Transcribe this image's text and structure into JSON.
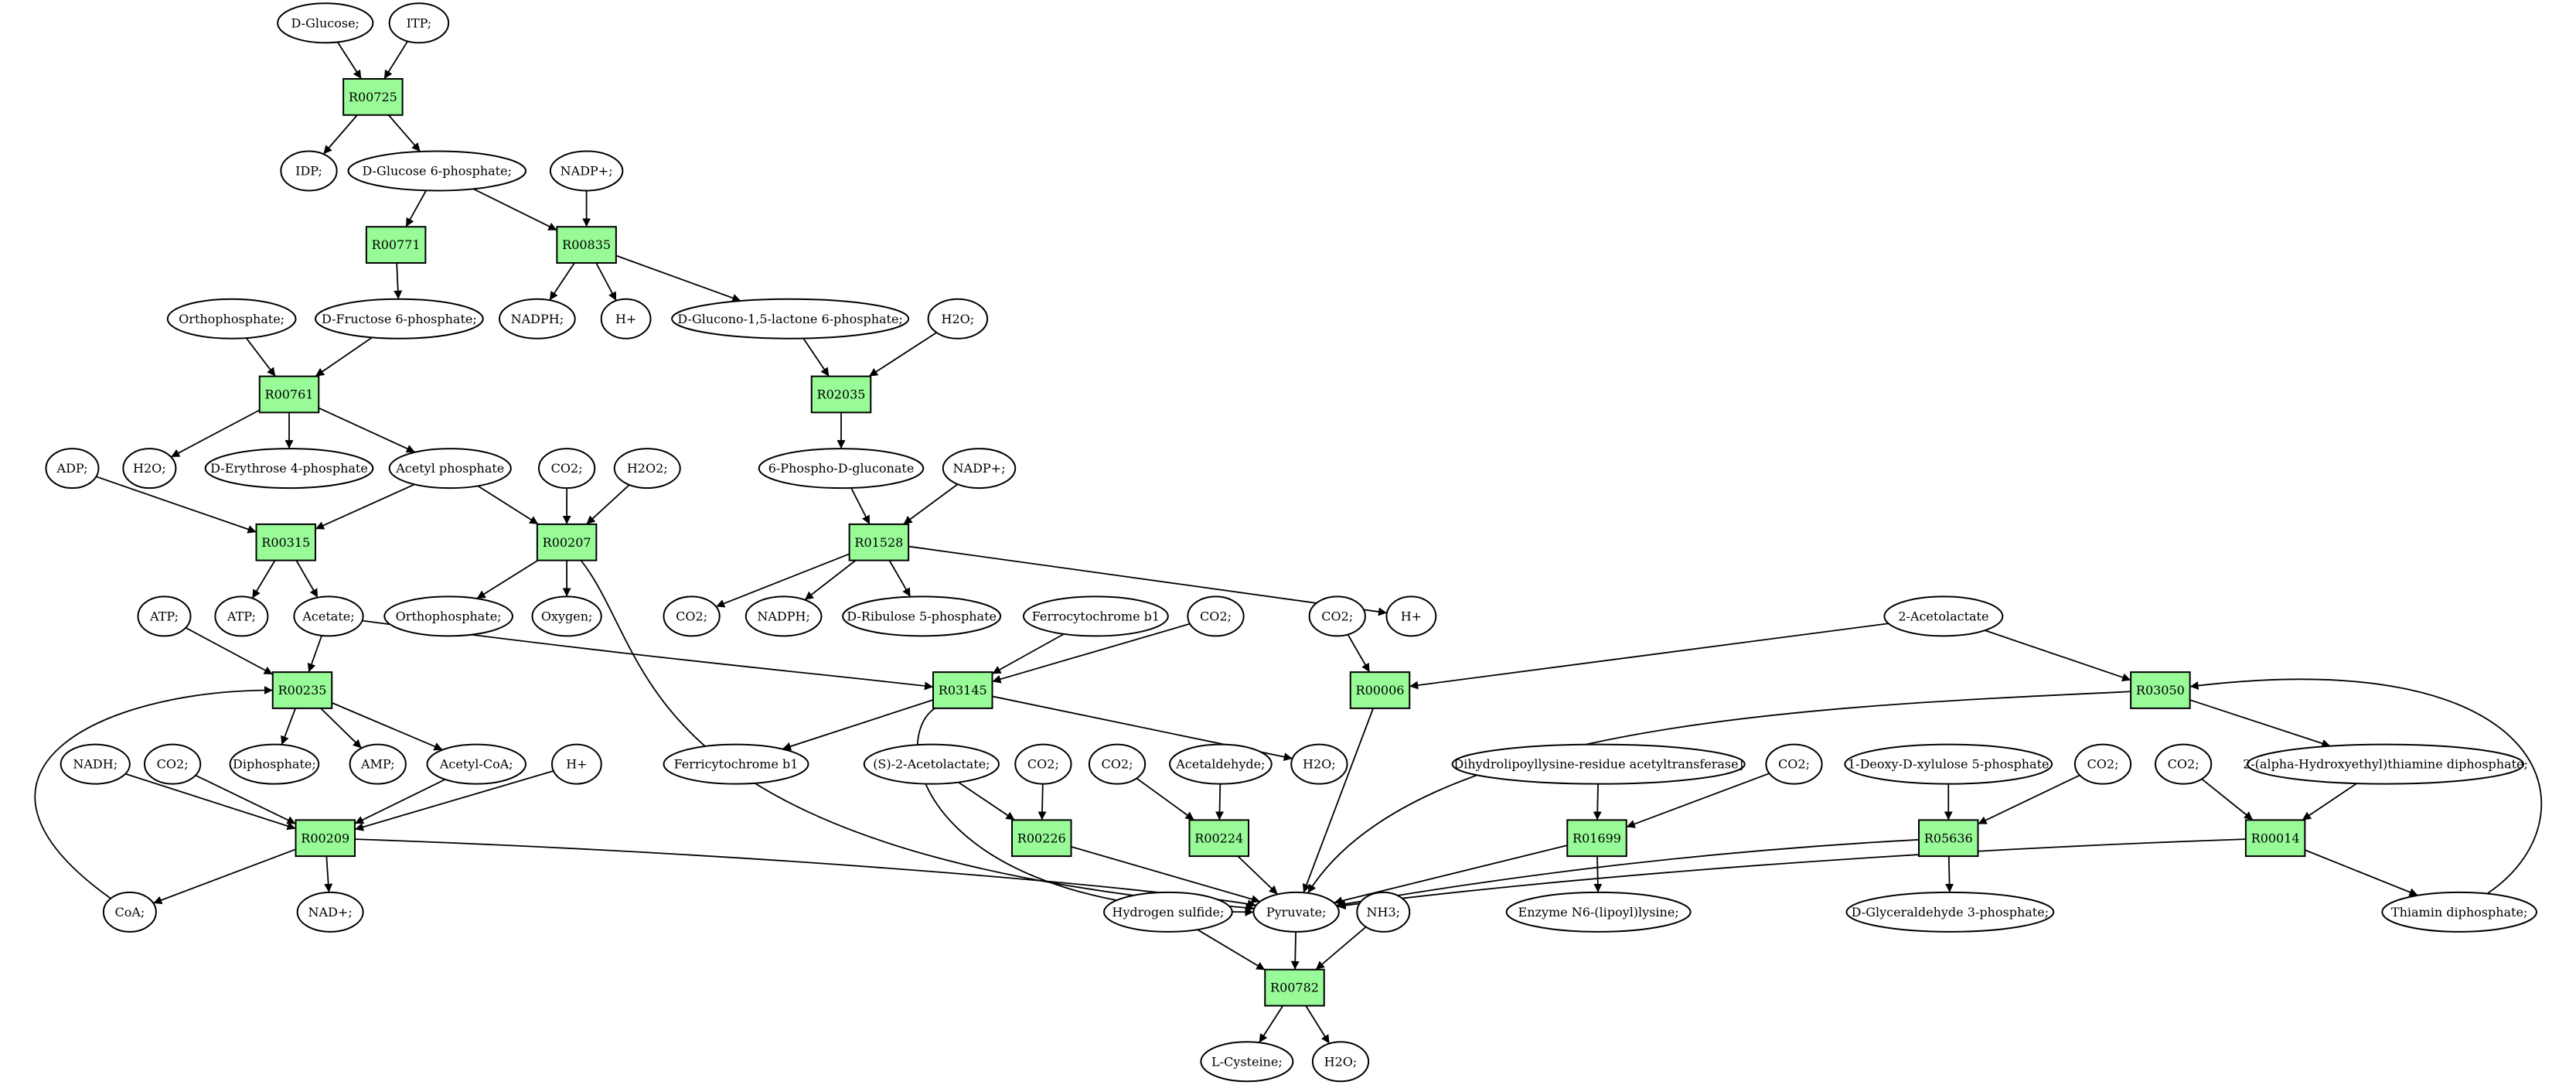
{
  "colors": {
    "reaction_fill": "#98fb98",
    "start_fill": "#00ff00",
    "target_fill": "#ffff00",
    "compound_fill": "#ffffff"
  },
  "nodes": {
    "dglucose": "D-Glucose;",
    "itp": "ITP;",
    "r00725": "R00725",
    "idp": "IDP;",
    "g6p": "D-Glucose 6-phosphate;",
    "nadp1": "NADP+;",
    "r00771": "R00771",
    "r00835": "R00835",
    "f6p": "D-Fructose 6-phosphate;",
    "nadph1": "NADPH;",
    "h1": "H+",
    "glucono": "D-Glucono-1,5-lactone 6-phosphate;",
    "h2o_a": "H2O;",
    "ortho1": "Orthophosphate;",
    "r00761": "R00761",
    "r02035": "R02035",
    "adp": "ADP;",
    "h2o_b": "H2O;",
    "e4p": "D-Erythrose 4-phosphate",
    "acetylp": "Acetyl phosphate",
    "co2_a": "CO2;",
    "h2o2": "H2O2;",
    "pgluc": "6-Phospho-D-gluconate",
    "nadp2": "NADP+;",
    "r00315": "R00315",
    "r00207": "R00207",
    "r01528": "R01528",
    "atp1": "ATP;",
    "atp2": "ATP;",
    "acetate": "Acetate;",
    "ortho2": "Orthophosphate;",
    "oxygen": "Oxygen;",
    "co2_b": "CO2;",
    "nadph2": "NADPH;",
    "ribulose": "D-Ribulose 5-phosphate",
    "ferro": "Ferrocytochrome b1",
    "co2_c": "CO2;",
    "co2_d": "CO2;",
    "h2": "H+",
    "acetolactate": "2-Acetolactate",
    "r00235": "R00235",
    "r03145": "R03145",
    "r00006": "R00006",
    "r03050": "R03050",
    "nadh": "NADH;",
    "co2_e": "CO2;",
    "diphos": "Diphosphate;",
    "amp": "AMP;",
    "acoa": "Acetyl-CoA;",
    "h3": "H+",
    "ferri": "Ferricytochrome b1",
    "s2acet": "(S)-2-Acetolactate;",
    "co2_f": "CO2;",
    "co2_g": "CO2;",
    "acetald": "Acetaldehyde;",
    "h2o_c": "H2O;",
    "dihydro": "Dihydrolipoyllysine-residue acetyltransferase]",
    "co2_h": "CO2;",
    "deoxy": "1-Deoxy-D-xylulose 5-phosphate",
    "co2_i": "CO2;",
    "co2_j": "CO2;",
    "hydroxy": "2-(alpha-Hydroxyethyl)thiamine diphosphate;",
    "r00209": "R00209",
    "r00226": "R00226",
    "r00224": "R00224",
    "r01699": "R01699",
    "r05636": "R05636",
    "r00014": "R00014",
    "coa": "CoA;",
    "nadp_plus": "NAD+;",
    "hsulf": "Hydrogen sulfide;",
    "pyruvate": "Pyruvate;",
    "nh3": "NH3;",
    "lipoyl": "Enzyme N6-(lipoyl)lysine;",
    "gap": "D-Glyceraldehyde 3-phosphate;",
    "tpp": "Thiamin diphosphate;",
    "r00782": "R00782",
    "lcys": "L-Cysteine;",
    "h2o_d": "H2O;"
  }
}
